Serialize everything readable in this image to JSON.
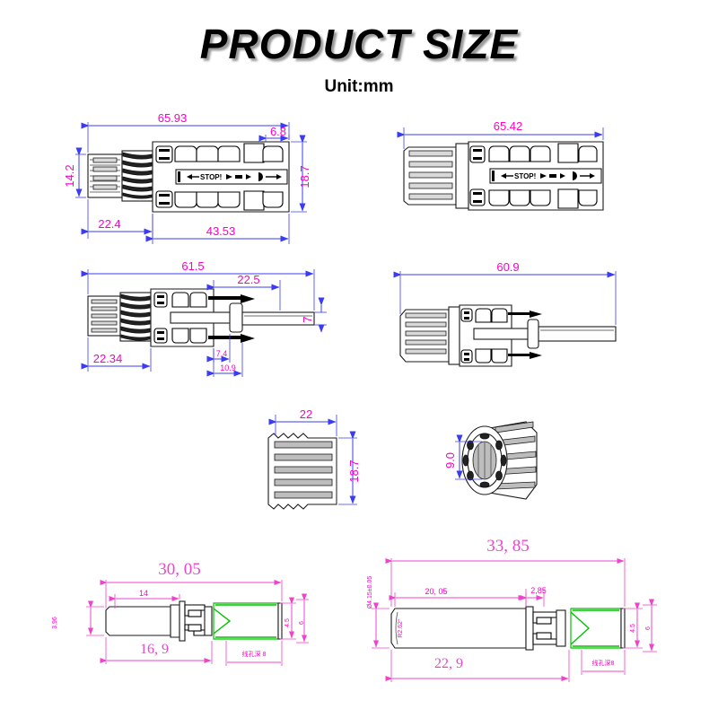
{
  "header": {
    "title": "PRODUCT SIZE",
    "unit": "Unit:mm"
  },
  "drawings": [
    {
      "id": "male-connector-assembled",
      "name": "Male connector with cable gland - side view",
      "labels": {
        "overall": "65.93",
        "tip": "6.8",
        "nut_dia": "14.2",
        "body_height": "18.7",
        "gland_len": "22.4",
        "body_len": "43.53",
        "marking": "STOP!"
      }
    },
    {
      "id": "female-connector-assembled",
      "name": "Female connector with cable gland - side view",
      "labels": {
        "overall": "65.42",
        "marking": "STOP!"
      }
    },
    {
      "id": "male-connector-open",
      "name": "Male connector unlocked with pin - side view",
      "labels": {
        "overall": "61.5",
        "pin_len": "22.5",
        "pin_dia": "7",
        "gland_len": "22.34",
        "shoulder": "7.4",
        "collar": "10.9"
      }
    },
    {
      "id": "female-connector-open",
      "name": "Female connector unlocked - side view",
      "labels": {
        "overall": "60.9"
      }
    },
    {
      "id": "cable-gland-nut",
      "name": "Cable gland nut - side view",
      "labels": {
        "width": "22",
        "height": "18.7"
      }
    },
    {
      "id": "cable-gland-nut-iso",
      "name": "Cable gland nut - isometric end view",
      "labels": {
        "bore": "9.0"
      }
    },
    {
      "id": "male-pin-contact",
      "name": "Male pin contact - detail view",
      "labels": {
        "overall": "30, 05",
        "barrel": "14",
        "crimp": "16, 9",
        "cable_dia": "3,96",
        "tip_dia": "4.5",
        "body_dia": "6",
        "note": "线孔深 8"
      }
    },
    {
      "id": "female-socket-contact",
      "name": "Female socket contact - detail view",
      "labels": {
        "overall": "33, 85",
        "outer_dia": "Ø4.15±0.05",
        "barrel": "20, 05",
        "step": "2,85",
        "crimp": "22, 9",
        "radius": "R2.62°",
        "tip_dia": "4.5",
        "body_dia": "6",
        "note": "线孔深8"
      }
    }
  ],
  "colors": {
    "dimension_line": "#3b3bf5",
    "dimension_text": "#ff00c8",
    "magenta_line": "#ee44cc",
    "outline": "#1a1a1a",
    "accent_green": "#00c000",
    "background": "#ffffff"
  }
}
